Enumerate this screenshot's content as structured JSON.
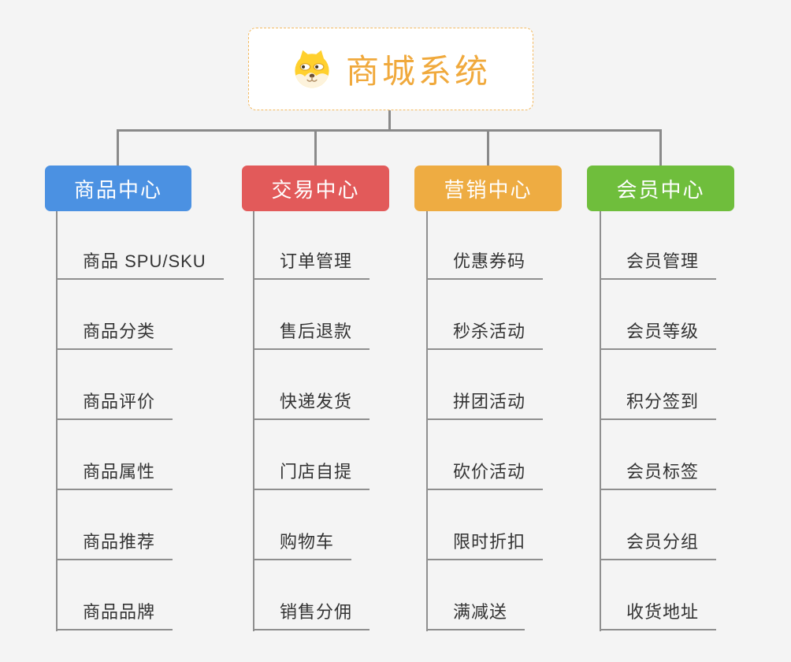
{
  "root": {
    "title": "商城系统",
    "icon": "dog-logo-icon"
  },
  "colors": {
    "background": "#f4f4f4",
    "connector": "#8a8a8a",
    "item_line": "#8f8f8f",
    "root_border": "#f3ba62",
    "root_text": "#f0a93c",
    "item_text": "#333333",
    "branch_blue": "#4b91e2",
    "branch_red": "#e25a5a",
    "branch_orange": "#eeac42",
    "branch_green": "#6fbe3c"
  },
  "branches": [
    {
      "label": "商品中心",
      "color": "#4b91e2",
      "items": [
        "商品 SPU/SKU",
        "商品分类",
        "商品评价",
        "商品属性",
        "商品推荐",
        "商品品牌"
      ]
    },
    {
      "label": "交易中心",
      "color": "#e25a5a",
      "items": [
        "订单管理",
        "售后退款",
        "快递发货",
        "门店自提",
        "购物车",
        "销售分佣"
      ]
    },
    {
      "label": "营销中心",
      "color": "#eeac42",
      "items": [
        "优惠券码",
        "秒杀活动",
        "拼团活动",
        "砍价活动",
        "限时折扣",
        "满减送"
      ]
    },
    {
      "label": "会员中心",
      "color": "#6fbe3c",
      "items": [
        "会员管理",
        "会员等级",
        "积分签到",
        "会员标签",
        "会员分组",
        "收货地址"
      ]
    }
  ]
}
